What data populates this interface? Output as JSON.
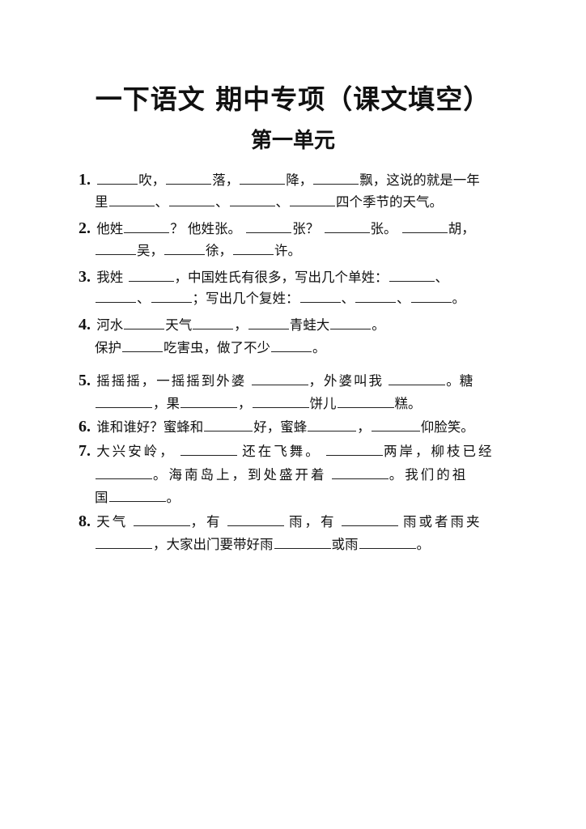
{
  "document": {
    "title": "一下语文  期中专项（课文填空）",
    "section_title": "第一单元"
  },
  "questions": [
    {
      "number": "1.",
      "lines": [
        [
          "",
          "吹，",
          "落，",
          "降，",
          "飘，这说的就是一年"
        ],
        [
          "里",
          "、",
          "、",
          "、",
          "四个季节的天气。"
        ]
      ]
    },
    {
      "number": "2.",
      "lines": [
        [
          "他姓",
          "？ 他姓张。",
          "张？",
          "张。",
          "胡，"
        ],
        [
          "",
          "吴，",
          "徐，",
          "许。"
        ]
      ]
    },
    {
      "number": "3.",
      "lines": [
        [
          "我姓",
          "，中国姓氏有很多，写出几个单姓：",
          "、"
        ],
        [
          "",
          "、",
          "；写出几个复姓：",
          "、",
          "、",
          "。"
        ]
      ]
    },
    {
      "number": "4.",
      "lines": [
        [
          "河水",
          "天气",
          "，",
          "青蛙大",
          "。"
        ],
        [
          "保护",
          "吃害虫，做了不少",
          "。"
        ]
      ]
    },
    {
      "number": "5.",
      "lines": [
        [
          "摇摇摇，一摇摇到外婆",
          "，外婆叫我",
          "。糖"
        ],
        [
          "",
          "，果",
          "，",
          "饼儿",
          "糕。"
        ]
      ]
    },
    {
      "number": "6.",
      "lines": [
        [
          "谁和谁好？蜜蜂和",
          "好，蜜蜂",
          "，",
          "仰脸笑。"
        ]
      ]
    },
    {
      "number": "7.",
      "lines": [
        [
          "大兴安岭，",
          "还在飞舞。",
          "两岸，柳枝已经"
        ],
        [
          "",
          "。海南岛上，到处盛开着",
          "。我们的祖"
        ],
        [
          "国",
          "。"
        ]
      ]
    },
    {
      "number": "8.",
      "lines": [
        [
          "天气",
          "，有",
          "雨，有",
          "雨或者雨夹"
        ],
        [
          "",
          "，大家出门要带好雨",
          "或雨",
          "。"
        ]
      ]
    }
  ]
}
